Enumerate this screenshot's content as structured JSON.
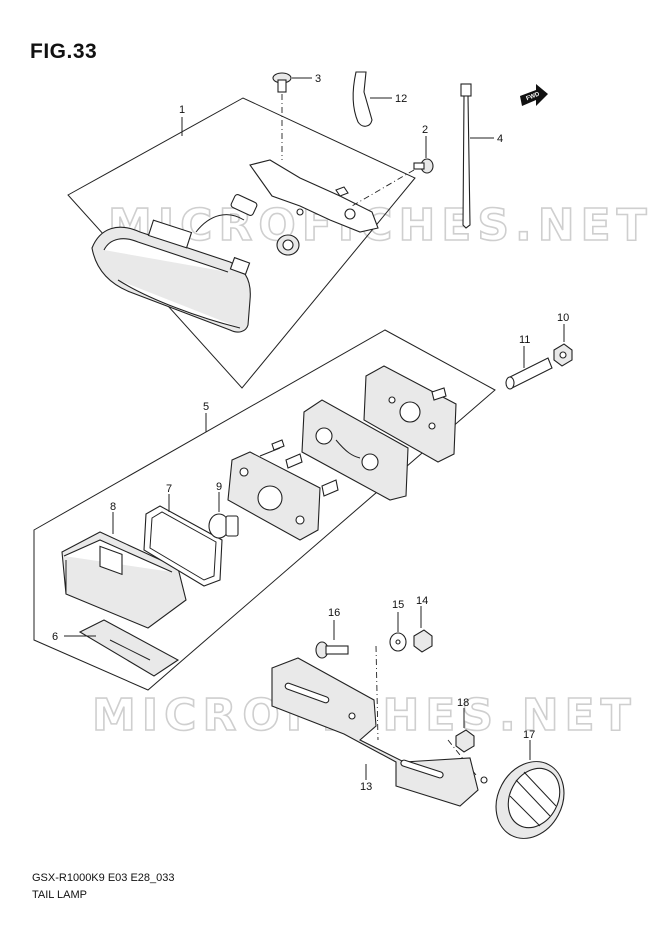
{
  "figure": {
    "title": "FIG.33",
    "code": "GSX-R1000K9 E03 E28_033",
    "name": "TAIL LAMP",
    "watermark": "MICROFICHES.NET",
    "fwd_label": "FWD"
  },
  "callouts": [
    "1",
    "2",
    "3",
    "4",
    "5",
    "6",
    "7",
    "8",
    "9",
    "10",
    "11",
    "12",
    "13",
    "14",
    "15",
    "16",
    "17",
    "18"
  ]
}
